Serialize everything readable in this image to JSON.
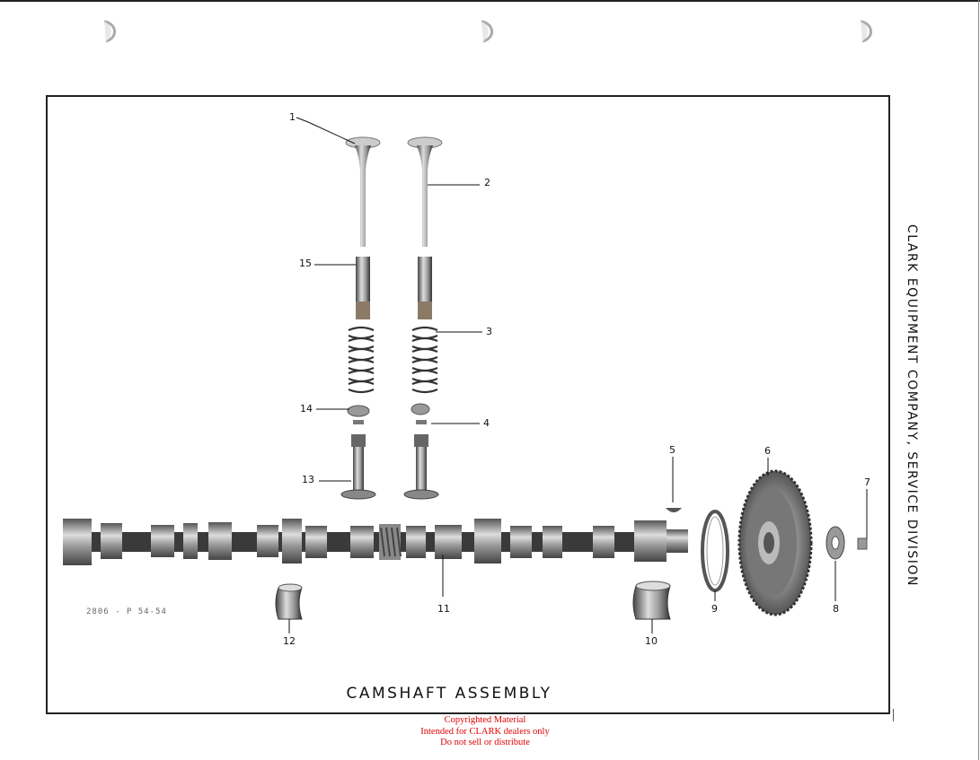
{
  "page": {
    "side_title": "CLARK EQUIPMENT COMPANY, SERVICE DIVISION",
    "caption": "CAMSHAFT ASSEMBLY",
    "plate_number": "2806 - P  54-54"
  },
  "callouts": [
    "1",
    "2",
    "3",
    "4",
    "5",
    "6",
    "7",
    "8",
    "9",
    "10",
    "11",
    "12",
    "13",
    "14",
    "15"
  ],
  "notice": {
    "line1": "Copyrighted Material",
    "line2": "Intended for CLARK dealers only",
    "line3": "Do not sell or distribute"
  },
  "colors": {
    "notice": "#e00000",
    "ink": "#111111"
  }
}
